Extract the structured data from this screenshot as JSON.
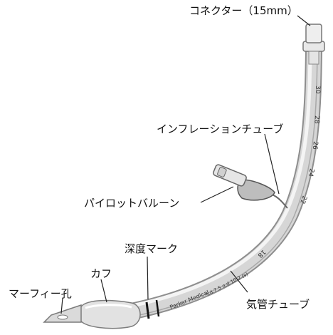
{
  "labels": {
    "connector": "コネクター（15mm）",
    "inflation_tube": "インフレーションチューブ",
    "pilot_balloon": "パイロットバルーン",
    "depth_mark": "深度マーク",
    "cuff": "カフ",
    "murphy_eye": "マーフィー孔",
    "tracheal_tube": "気管チューブ"
  },
  "tube_print": {
    "depth_30": "30",
    "depth_28": "28",
    "depth_26": "26",
    "depth_24": "24",
    "depth_22": "22",
    "depth_18": "18",
    "brand": "Parker Medical",
    "size": "i.d.7.5 o.d.10.2 (s)"
  },
  "colors": {
    "line": "#222222",
    "tube": "#cfcfcf",
    "tube_edge": "#8e8e8e"
  }
}
